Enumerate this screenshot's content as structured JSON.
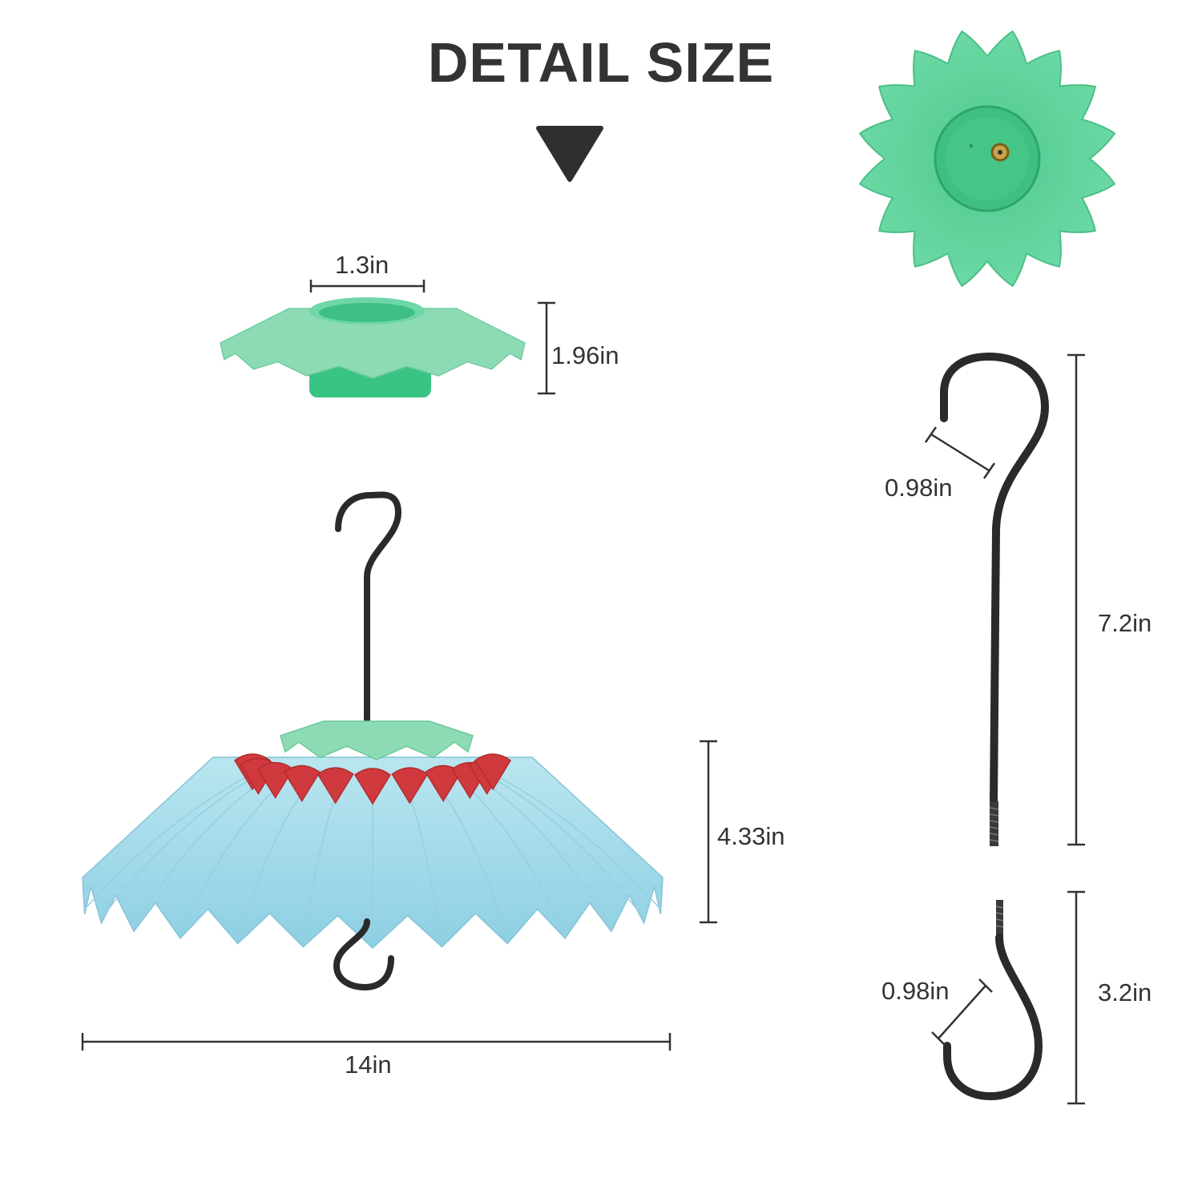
{
  "title": "DETAIL SIZE",
  "dimensions": {
    "cap_width": "1.3in",
    "cap_height": "1.96in",
    "guard_height": "4.33in",
    "guard_width": "14in",
    "hook_opening_top": "0.98in",
    "rod_length": "7.2in",
    "hook_opening_bottom": "0.98in",
    "small_hook_length": "3.2in"
  },
  "icons": {
    "arrow": "triangle-down-icon"
  },
  "colors": {
    "title": "#333333",
    "arrow": "#2f2f2f",
    "cap_green": "#7fd6a8",
    "top_view_green": "#5fd39a",
    "guard_blue": "#a8dce9",
    "petal_red": "#d0393d",
    "hook_black": "#2a2a2a",
    "dimension_line": "#333333"
  }
}
